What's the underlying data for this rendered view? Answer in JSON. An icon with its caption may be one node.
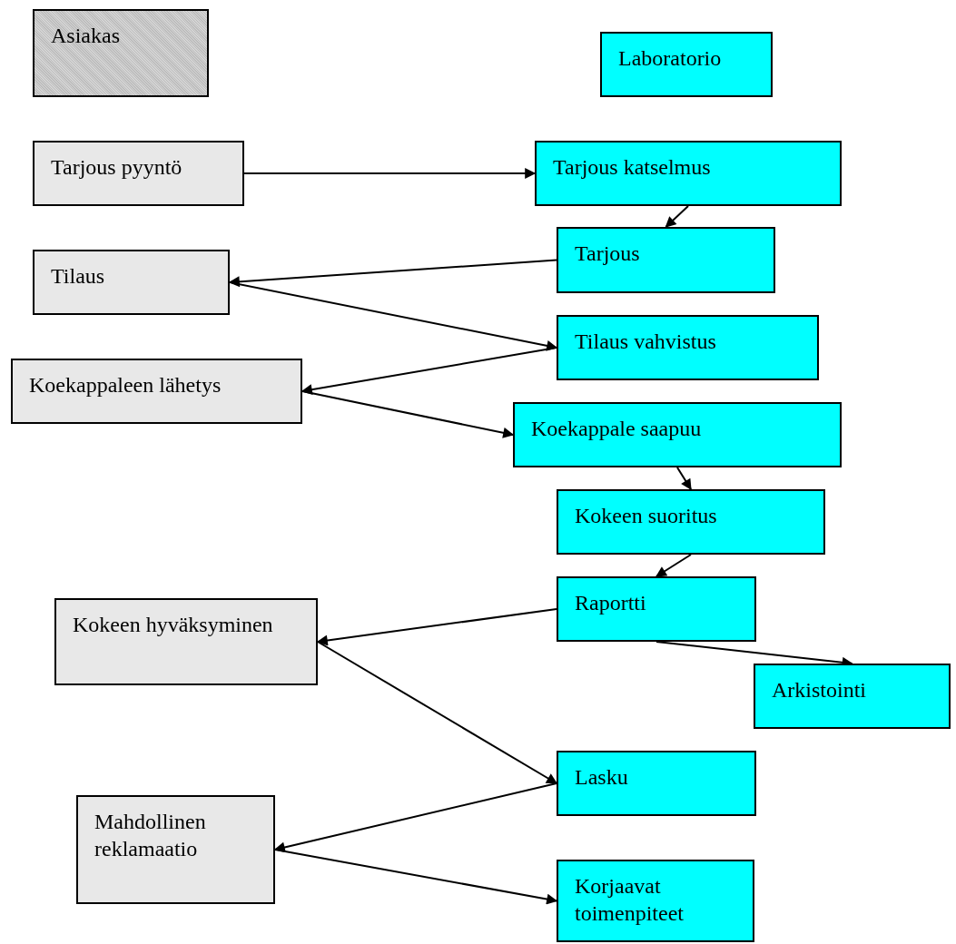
{
  "diagram": {
    "nodes": [
      {
        "text": [
          "Asiakas"
        ]
      },
      {
        "text": [
          "Laboratorio"
        ]
      },
      {
        "text": [
          "Tarjous pyyntö"
        ]
      },
      {
        "text": [
          "Tarjous katselmus"
        ]
      },
      {
        "text": [
          "Tarjous"
        ]
      },
      {
        "text": [
          "Tilaus"
        ]
      },
      {
        "text": [
          "Tilaus vahvistus"
        ]
      },
      {
        "text": [
          "Koekappaleen lähetys"
        ]
      },
      {
        "text": [
          "Koekappale saapuu"
        ]
      },
      {
        "text": [
          "Kokeen suoritus"
        ]
      },
      {
        "text": [
          "Raportti"
        ]
      },
      {
        "text": [
          "Kokeen hyväksyminen"
        ]
      },
      {
        "text": [
          "Arkistointi"
        ]
      },
      {
        "text": [
          "Lasku"
        ]
      },
      {
        "text": [
          "Mahdollinen reklamaatio"
        ]
      },
      {
        "text": [
          "Korjaavat toimenpiteet"
        ]
      }
    ],
    "edges": [
      {
        "from": 2,
        "to": 3,
        "arrow": "to"
      },
      {
        "from": 3,
        "to": 4,
        "arrow": "to"
      },
      {
        "from": 4,
        "to": 5,
        "arrow": "to"
      },
      {
        "from": 5,
        "to": 6,
        "arrow": "to"
      },
      {
        "from": 6,
        "to": 7,
        "arrow": "to"
      },
      {
        "from": 7,
        "to": 8,
        "arrow": "to"
      },
      {
        "from": 8,
        "to": 9,
        "arrow": "to"
      },
      {
        "from": 9,
        "to": 10,
        "arrow": "to"
      },
      {
        "from": 10,
        "to": 11,
        "arrow": "to"
      },
      {
        "from": 10,
        "to": 12,
        "arrow": "to"
      },
      {
        "from": 11,
        "to": 13,
        "arrow": "to"
      },
      {
        "from": 13,
        "to": 14,
        "arrow": "to"
      },
      {
        "from": 14,
        "to": 15,
        "arrow": "to"
      }
    ]
  }
}
